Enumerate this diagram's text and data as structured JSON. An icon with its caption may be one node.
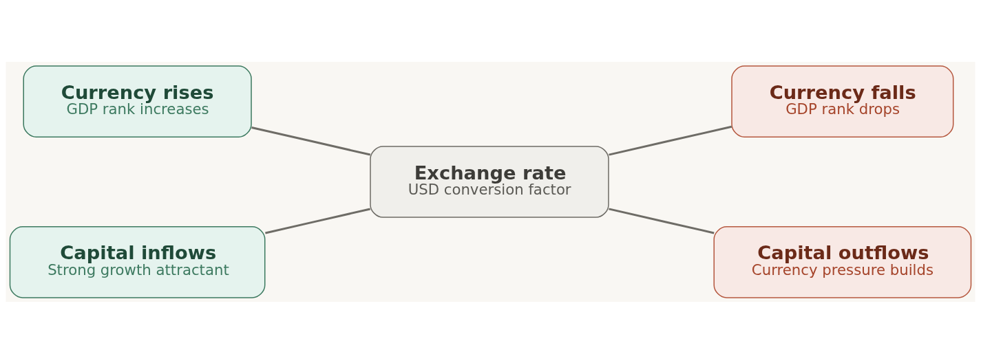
{
  "diagram": {
    "nodes": [
      {
        "text": [
          "Currency rises",
          "GDP rank increases"
        ]
      },
      {
        "text": [
          "Currency falls",
          "GDP rank drops"
        ]
      },
      {
        "text": [
          "Exchange rate",
          "USD conversion factor"
        ]
      },
      {
        "text": [
          "Capital inflows",
          "Strong growth attractant"
        ]
      },
      {
        "text": [
          "Capital outflows",
          "Currency pressure builds"
        ]
      }
    ],
    "edges": [
      {
        "from": 0,
        "to": 2,
        "arrow": "none"
      },
      {
        "from": 2,
        "to": 1,
        "arrow": "none"
      },
      {
        "from": 3,
        "to": 2,
        "arrow": "none"
      },
      {
        "from": 2,
        "to": 4,
        "arrow": "none"
      }
    ]
  }
}
